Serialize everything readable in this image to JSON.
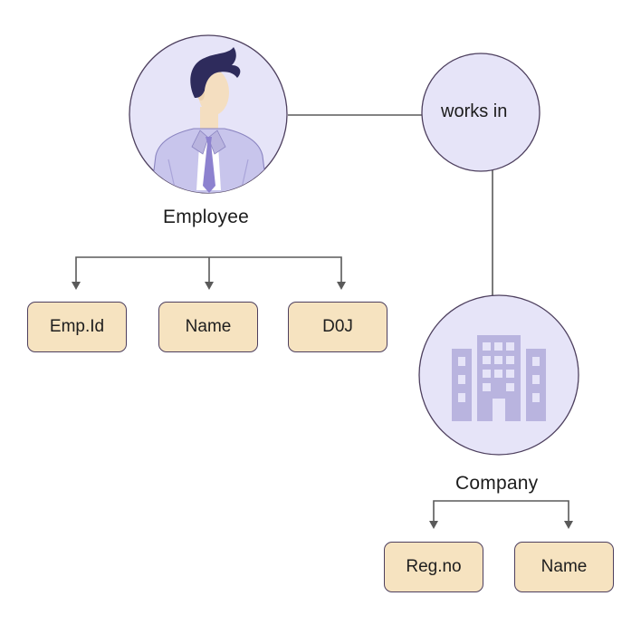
{
  "entities": {
    "employee": {
      "label": "Employee",
      "attributes": [
        "Emp.Id",
        "Name",
        "D0J"
      ]
    },
    "company": {
      "label": "Company",
      "attributes": [
        "Reg.no",
        "Name"
      ]
    }
  },
  "relationship": {
    "label": "works in"
  },
  "colors": {
    "node_fill": "#e6e4f8",
    "node_stroke": "#4d3f5e",
    "attribute_fill": "#f6e3c0",
    "line": "#5a5a5a",
    "icon_purple": "#b9b4df",
    "hair": "#2e2b5c",
    "tie": "#8d82cf"
  },
  "icons": {
    "employee": "person-avatar-icon",
    "company": "office-building-icon"
  }
}
